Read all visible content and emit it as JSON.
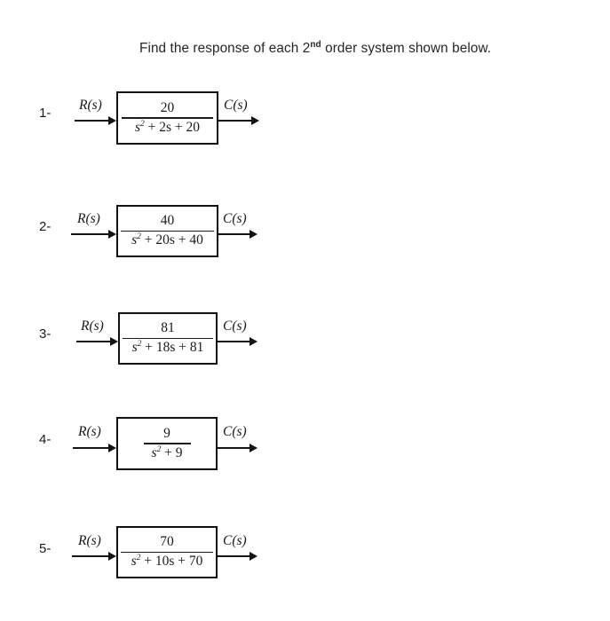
{
  "title": {
    "before": "Find the response of each 2",
    "superscript": "nd",
    "after": " order system shown below."
  },
  "labels": {
    "input": "R(s)",
    "output": "C(s)"
  },
  "systems": [
    {
      "number": "1-",
      "input_label": "R(s)",
      "output_label": "C(s)",
      "numerator": "20",
      "denominator_base": "s",
      "denominator_exponent": "2",
      "denominator_rest": " + 2s + 20",
      "denominator_text": "s2 + 2s + 20",
      "transfer_function": "20 / (s^2 + 2s + 20)"
    },
    {
      "number": "2-",
      "input_label": "R(s)",
      "output_label": "C(s)",
      "numerator": "40",
      "denominator_base": "s",
      "denominator_exponent": "2",
      "denominator_rest": " + 20s + 40",
      "denominator_text": "s2 + 20s + 40",
      "transfer_function": "40 / (s^2 + 20s + 40)"
    },
    {
      "number": "3-",
      "input_label": "R(s)",
      "output_label": "C(s)",
      "numerator": "81",
      "denominator_base": "s",
      "denominator_exponent": "2",
      "denominator_rest": " + 18s + 81",
      "denominator_text": "s2 + 18s + 81",
      "transfer_function": "81 / (s^2 + 18s + 81)"
    },
    {
      "number": "4-",
      "input_label": "R(s)",
      "output_label": "C(s)",
      "numerator": "9",
      "denominator_base": "s",
      "denominator_exponent": "2",
      "denominator_rest": " + 9",
      "denominator_text": "s2 + 9",
      "transfer_function": "9 / (s^2 + 9)"
    },
    {
      "number": "5-",
      "input_label": "R(s)",
      "output_label": "C(s)",
      "numerator": "70",
      "denominator_base": "s",
      "denominator_exponent": "2",
      "denominator_rest": " + 10s + 70",
      "denominator_text": "s2 + 10s + 70",
      "transfer_function": "70 / (s^2 + 10s + 70)"
    }
  ],
  "colors": {
    "background": "#ffffff",
    "ink": "#1b1b1b",
    "box_border": "#111111"
  }
}
